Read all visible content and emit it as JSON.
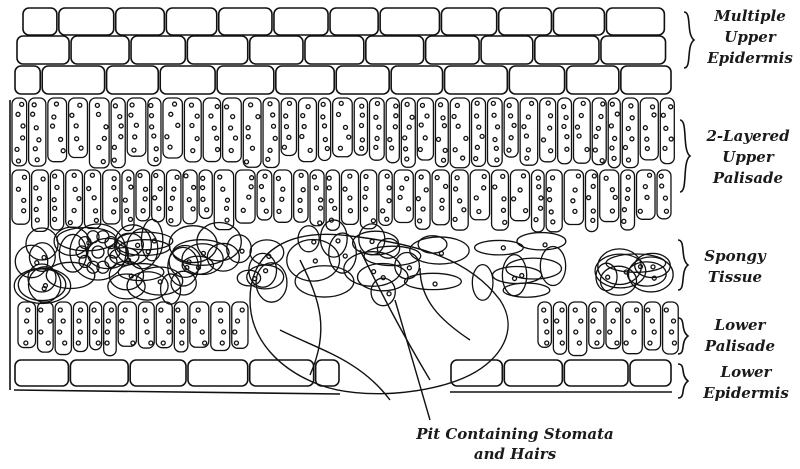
{
  "figure": {
    "layers": [
      {
        "id": "multiple-upper-epidermis",
        "lines": [
          "Multiple",
          "Upper",
          "Epidermis"
        ]
      },
      {
        "id": "upper-palisade",
        "lines": [
          "2-Layered",
          "Upper",
          "Palisade"
        ]
      },
      {
        "id": "spongy-tissue",
        "lines": [
          "Spongy",
          "Tissue"
        ]
      },
      {
        "id": "lower-palisade",
        "lines": [
          "Lower",
          "Palisade"
        ]
      },
      {
        "id": "lower-epidermis",
        "lines": [
          "Lower",
          "Epidermis"
        ]
      }
    ],
    "pit_label": {
      "lines": [
        "Pit Containing Stomata",
        "and Hairs"
      ]
    }
  }
}
